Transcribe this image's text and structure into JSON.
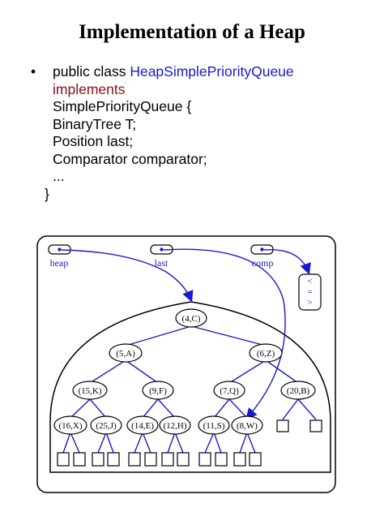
{
  "slide": {
    "title": "Implementation of a Heap"
  },
  "code": {
    "bullet": "•",
    "line1_prefix": "public class ",
    "line1_class": "HeapSimplePriorityQueue",
    "line2": "implements",
    "line3": "SimplePriorityQueue {",
    "line4": "BinaryTree T;",
    "line5": "Position last;",
    "line6": "Comparator comparator;",
    "line7": "...",
    "line8": "}"
  },
  "diagram": {
    "pointers": [
      {
        "label": "heap"
      },
      {
        "label": "last"
      },
      {
        "label": "comp"
      }
    ],
    "comparator_symbols": [
      "<",
      "=",
      ">"
    ],
    "nodes": [
      {
        "id": "n1",
        "text": "(4,C)"
      },
      {
        "id": "n2",
        "text": "(5,A)"
      },
      {
        "id": "n3",
        "text": "(6,Z)"
      },
      {
        "id": "n4",
        "text": "(15,K)"
      },
      {
        "id": "n5",
        "text": "(9,F)"
      },
      {
        "id": "n6",
        "text": "(7,Q)"
      },
      {
        "id": "n7",
        "text": "(20,B)"
      },
      {
        "id": "n8",
        "text": "(16,X)"
      },
      {
        "id": "n9",
        "text": "(25,J)"
      },
      {
        "id": "n10",
        "text": "(14,E)"
      },
      {
        "id": "n11",
        "text": "(12,H)"
      },
      {
        "id": "n12",
        "text": "(11,S)"
      },
      {
        "id": "n13",
        "text": "(8,W)"
      }
    ],
    "colors": {
      "pointer_arrow": "#1a1acc",
      "tree_edge": "#1a1acc",
      "node_stroke": "#000000",
      "frame_stroke": "#000000",
      "label_text": "#1a1acc"
    }
  }
}
